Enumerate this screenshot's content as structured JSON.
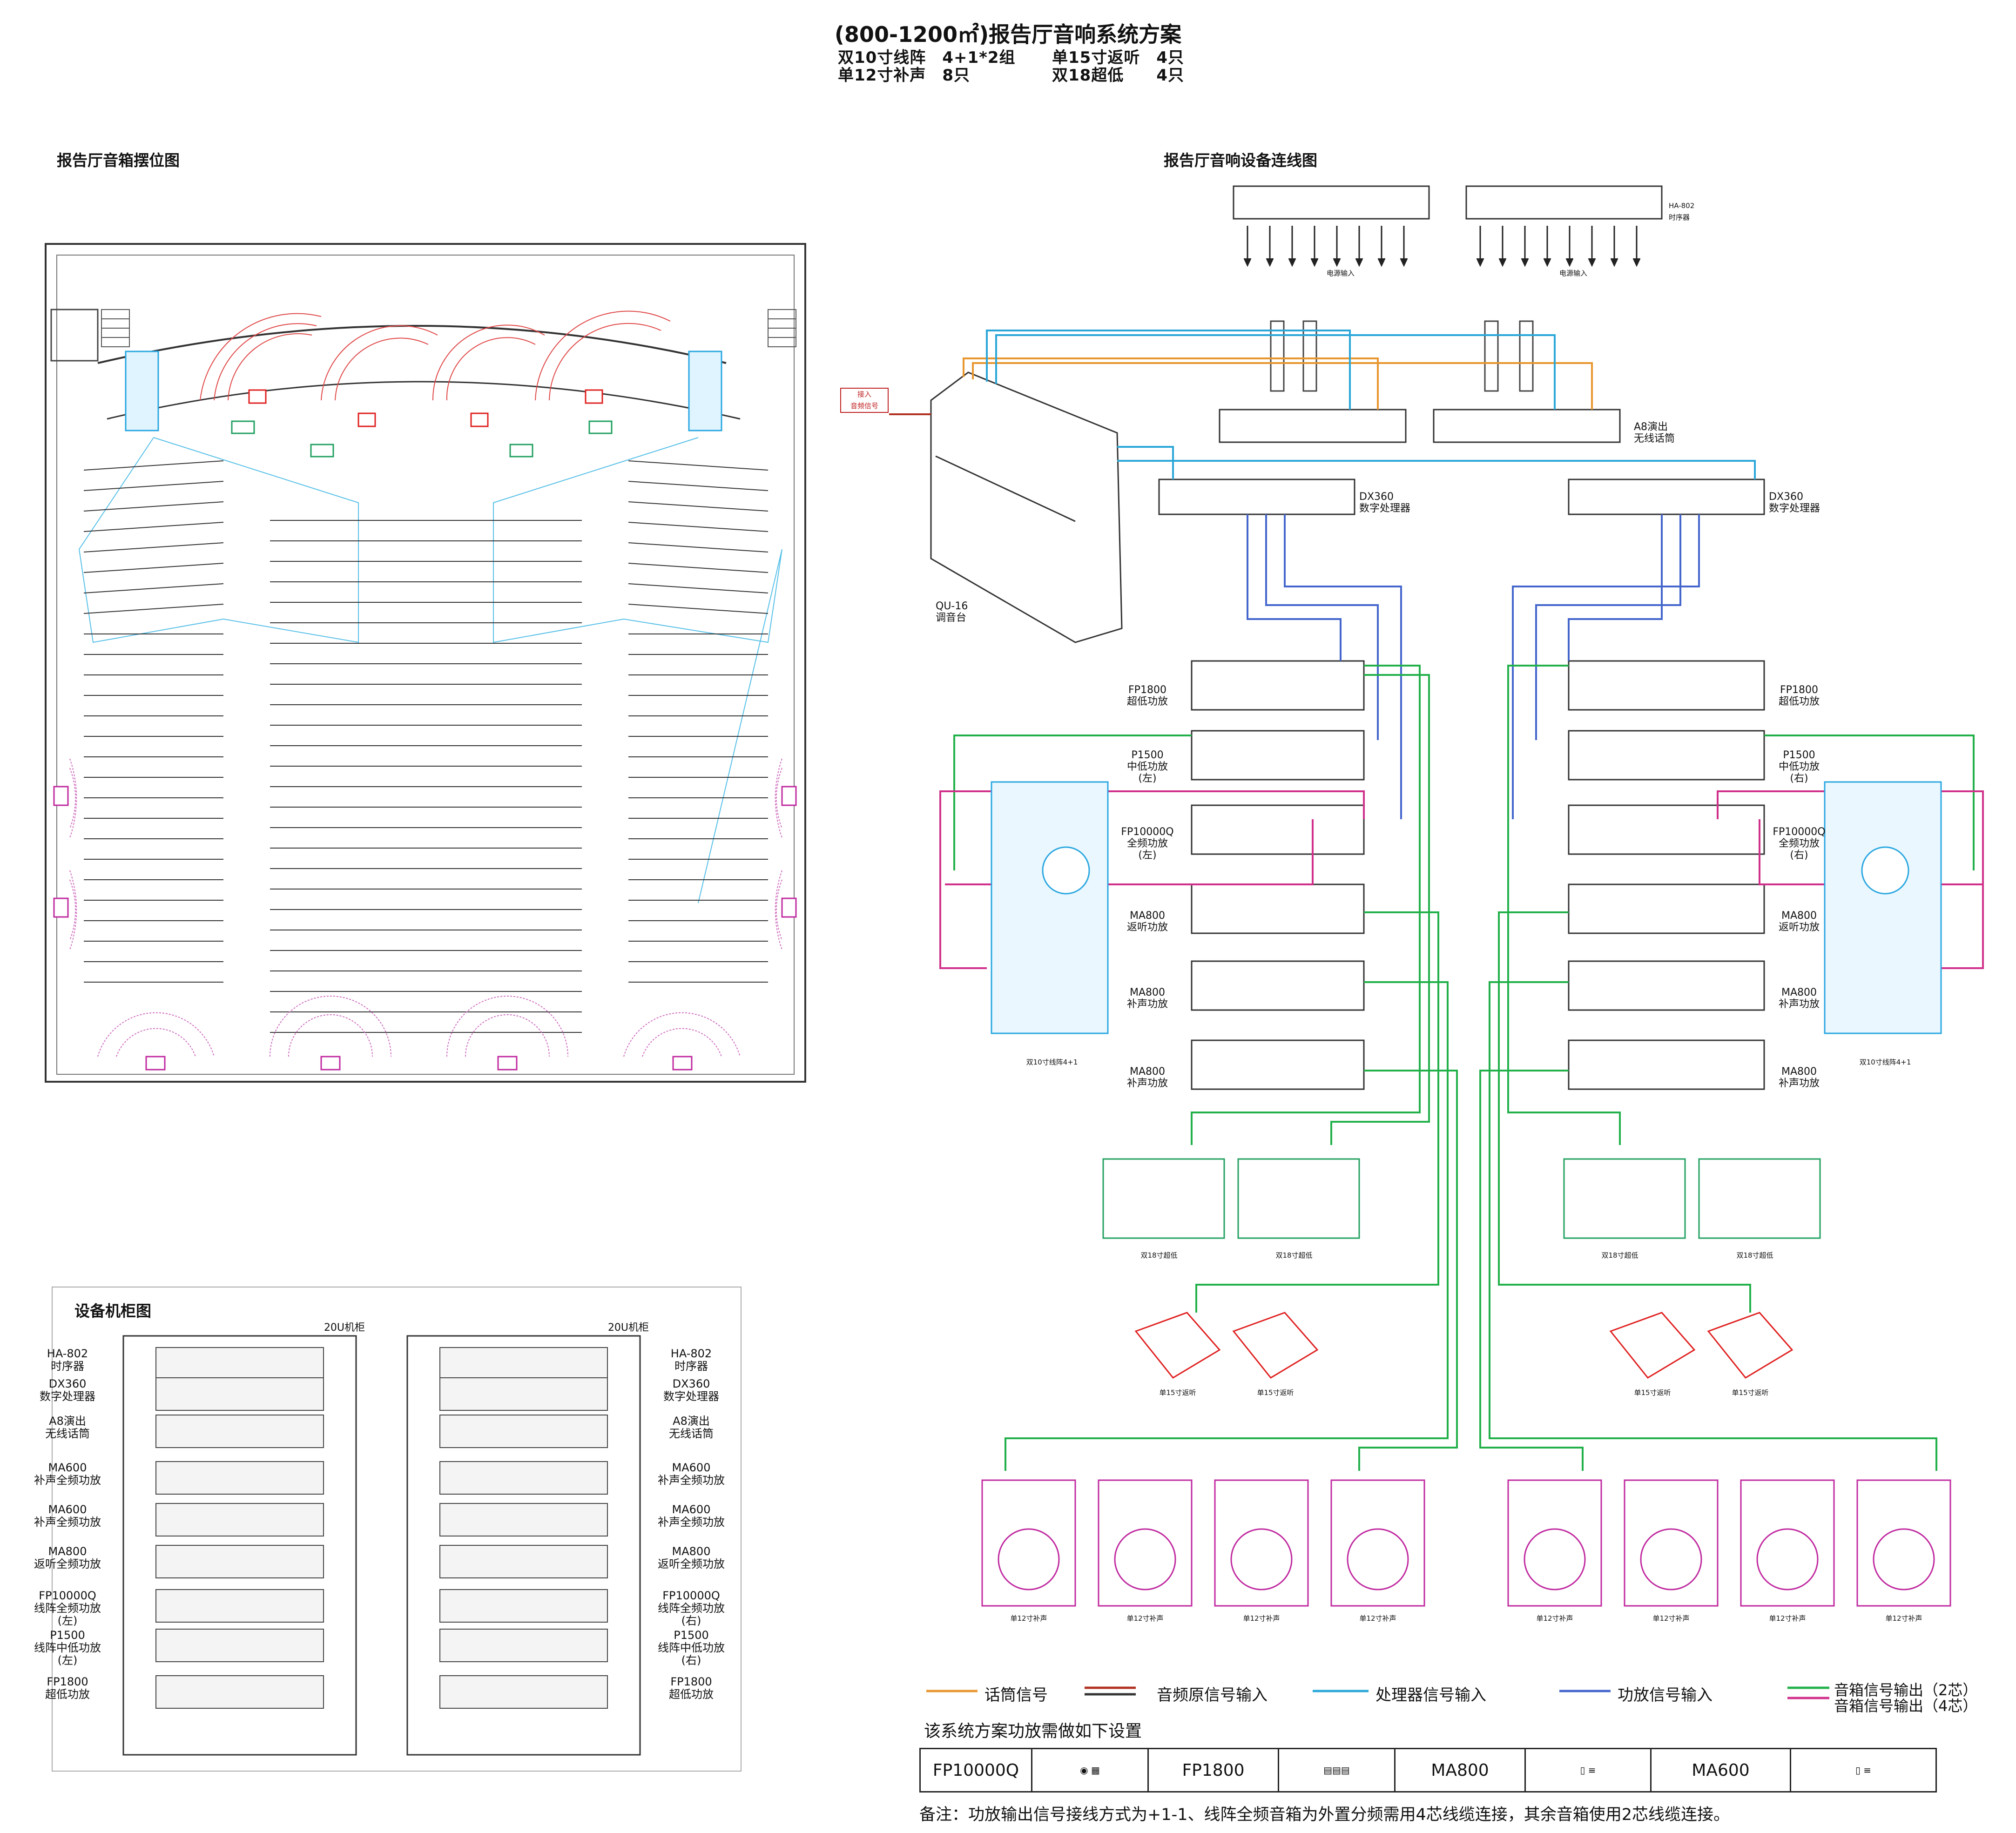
{
  "title": {
    "main": "(800-1200㎡)报告厅音响系统方案",
    "lines": [
      {
        "a": "双10寸线阵　4+1*2组",
        "b": "单15寸返听　4只"
      },
      {
        "a": "单12寸补声　8只",
        "b": "双18超低　　4只"
      }
    ]
  },
  "sections": {
    "placement": "报告厅音箱摆位图",
    "wiring": "报告厅音响设备连线图",
    "cabinet": "设备机柜图"
  },
  "devices": {
    "sequencer": "HA-802\n时序器",
    "power_input": "电源输入",
    "wireless_mic": "A8演出\n无线话筒",
    "processor": "DX360\n数字处理器",
    "mixer": "QU-16\n调音台",
    "audio_in": "接入\n音频信号",
    "fp1800": "FP1800\n超低功放",
    "p1500_left": "P1500\n中低功放\n(左)",
    "p1500_right": "P1500\n中低功放\n(右)",
    "fp10000q_left": "FP10000Q\n全频功放\n(左)",
    "fp10000q_right": "FP10000Q\n全频功放\n(右)",
    "ma800_monitor": "MA800\n返听功放",
    "ma800_fill": "MA800\n补声功放",
    "line_array": "双10寸线阵4+1",
    "sub": "双18寸超低",
    "monitor": "单15寸返听",
    "fill": "单12寸补声"
  },
  "cabinet": {
    "rack_title": "20U机柜",
    "labels": [
      "HA-802\n时序器",
      "DX360\n数字处理器",
      "A8演出\n无线话筒",
      "MA600\n补声全频功放",
      "MA600\n补声全频功放",
      "MA800\n返听全频功放",
      "FP10000Q\n线阵全频功放\n(左)",
      "P1500\n线阵中低功放\n(左)",
      "FP1800\n超低功放"
    ],
    "labels_right": [
      "HA-802\n时序器",
      "DX360\n数字处理器",
      "A8演出\n无线话筒",
      "MA600\n补声全频功放",
      "MA600\n补声全频功放",
      "MA800\n返听全频功放",
      "FP10000Q\n线阵全频功放\n(右)",
      "P1500\n线阵中低功放\n(右)",
      "FP1800\n超低功放"
    ]
  },
  "legend": {
    "mic": "话筒信号",
    "source": "音频原信号输入",
    "processor": "处理器信号输入",
    "amp": "功放信号输入",
    "out2": "音箱信号输出（2芯）",
    "out4": "音箱信号输出（4芯）"
  },
  "settings": {
    "heading": "该系统方案功放需做如下设置",
    "items": [
      "FP10000Q",
      "FP1800",
      "MA800",
      "MA600"
    ]
  },
  "note": "备注：功放输出信号接线方式为+1-1、线阵全频音箱为外置分频需用4芯线缆连接，其余音箱使用2芯线缆连接。",
  "colors": {
    "mic": "#e8962e",
    "source": "#b03020",
    "processor": "#2aa7d8",
    "amp": "#4466cc",
    "out2": "#22b04a",
    "out4": "#d0308a",
    "speaker_blue": "#2aa7e0",
    "monitor_red": "#e02020",
    "fill_magenta": "#c02aa0",
    "sub_green": "#22a060"
  }
}
